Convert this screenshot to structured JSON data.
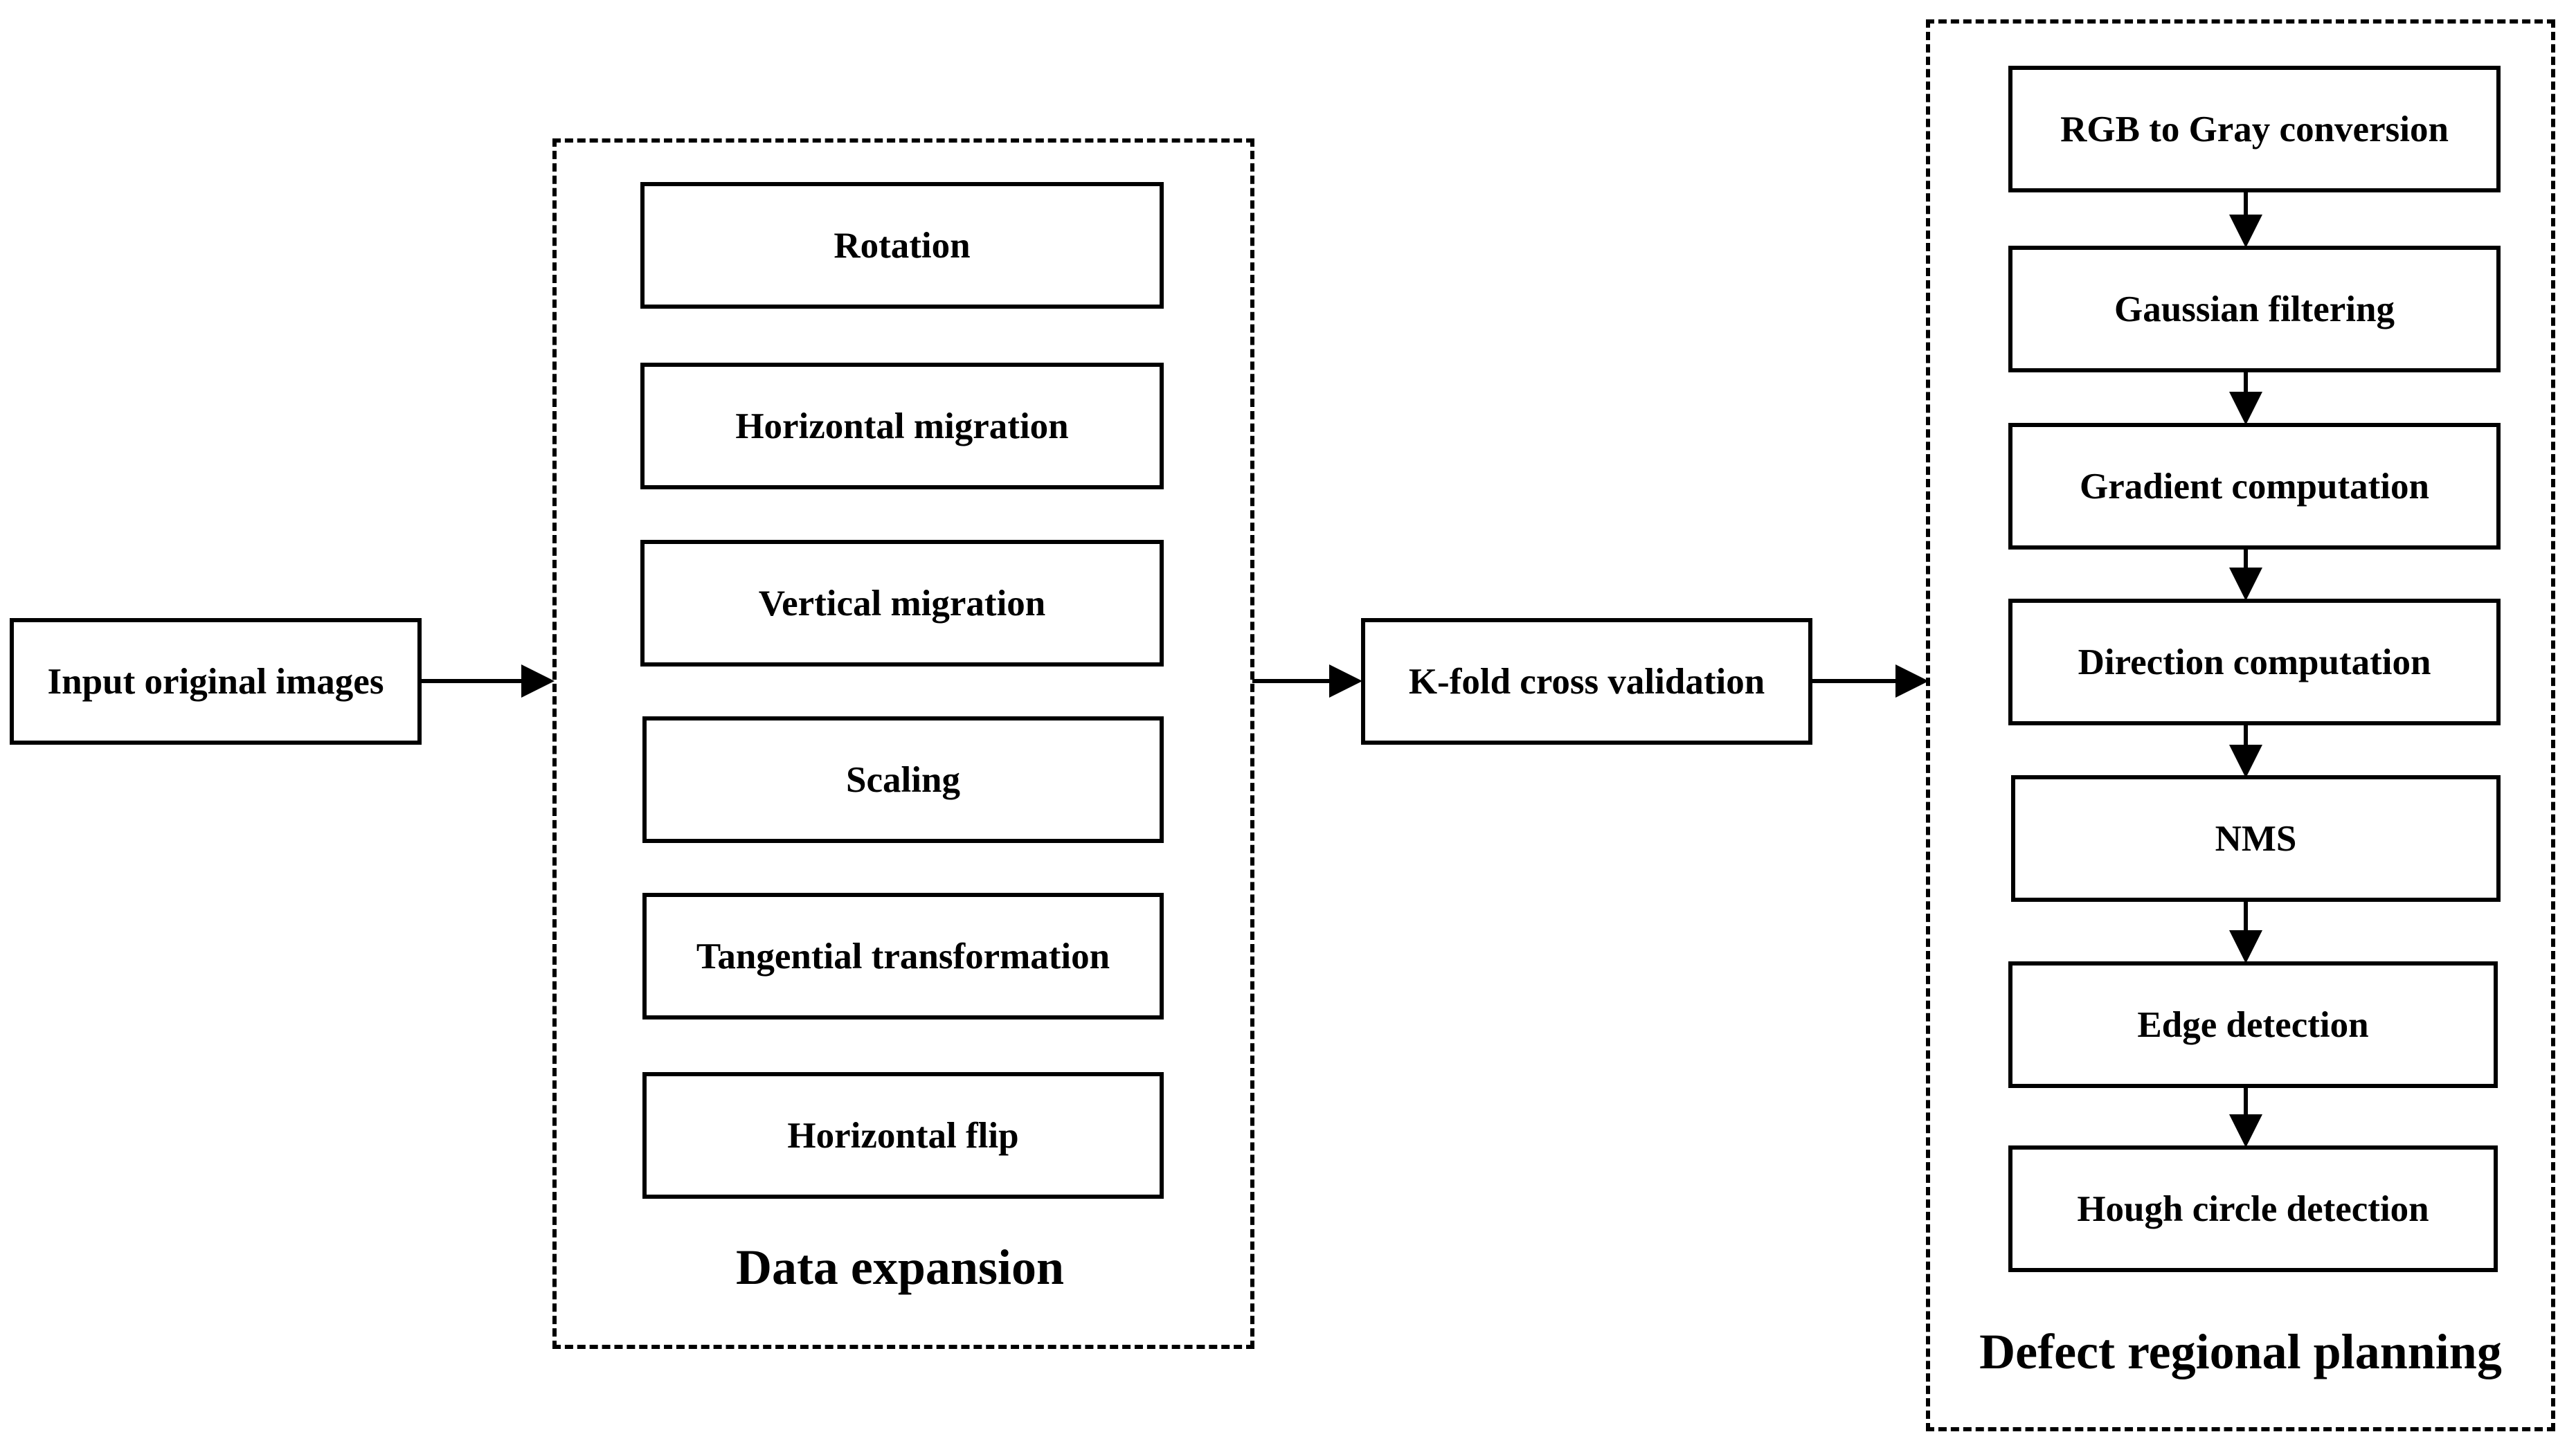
{
  "input": {
    "label": "Input original images"
  },
  "data_expansion": {
    "title": "Data expansion",
    "steps": [
      "Rotation",
      "Horizontal migration",
      "Vertical migration",
      "Scaling",
      "Tangential transformation",
      "Horizontal flip"
    ]
  },
  "validation": {
    "label": "K-fold cross validation"
  },
  "defect_planning": {
    "title": "Defect regional planning",
    "steps": [
      "RGB to Gray conversion",
      "Gaussian filtering",
      "Gradient computation",
      "Direction computation",
      "NMS",
      "Edge detection",
      "Hough circle detection"
    ]
  }
}
